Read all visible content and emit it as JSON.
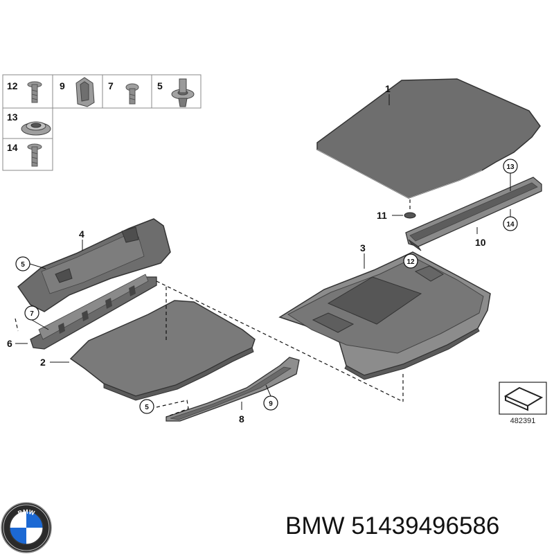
{
  "parts_table": [
    {
      "number": "12",
      "icon": "screw-icon"
    },
    {
      "number": "9",
      "icon": "clip-icon"
    },
    {
      "number": "7",
      "icon": "screw-icon"
    },
    {
      "number": "5",
      "icon": "expanding-rivet-icon"
    },
    {
      "number": "13",
      "icon": "washer-icon"
    },
    {
      "number": "14",
      "icon": "screw-icon"
    }
  ],
  "callouts": {
    "c1": "1",
    "c2": "2",
    "c3": "3",
    "c4": "4",
    "c5a": "5",
    "c5b": "5",
    "c6": "6",
    "c7": "7",
    "c8": "8",
    "c9": "9",
    "c10": "10",
    "c11": "11",
    "c12": "12",
    "c13": "13",
    "c14": "14"
  },
  "diagram_ref": "482391",
  "brand": {
    "logo_text": "BMW",
    "caption": "BMW 51439496586"
  },
  "colors": {
    "part_fill": "#6e6e6e",
    "part_dark": "#4a4a4a",
    "logo_blue": "#1c69d4"
  }
}
